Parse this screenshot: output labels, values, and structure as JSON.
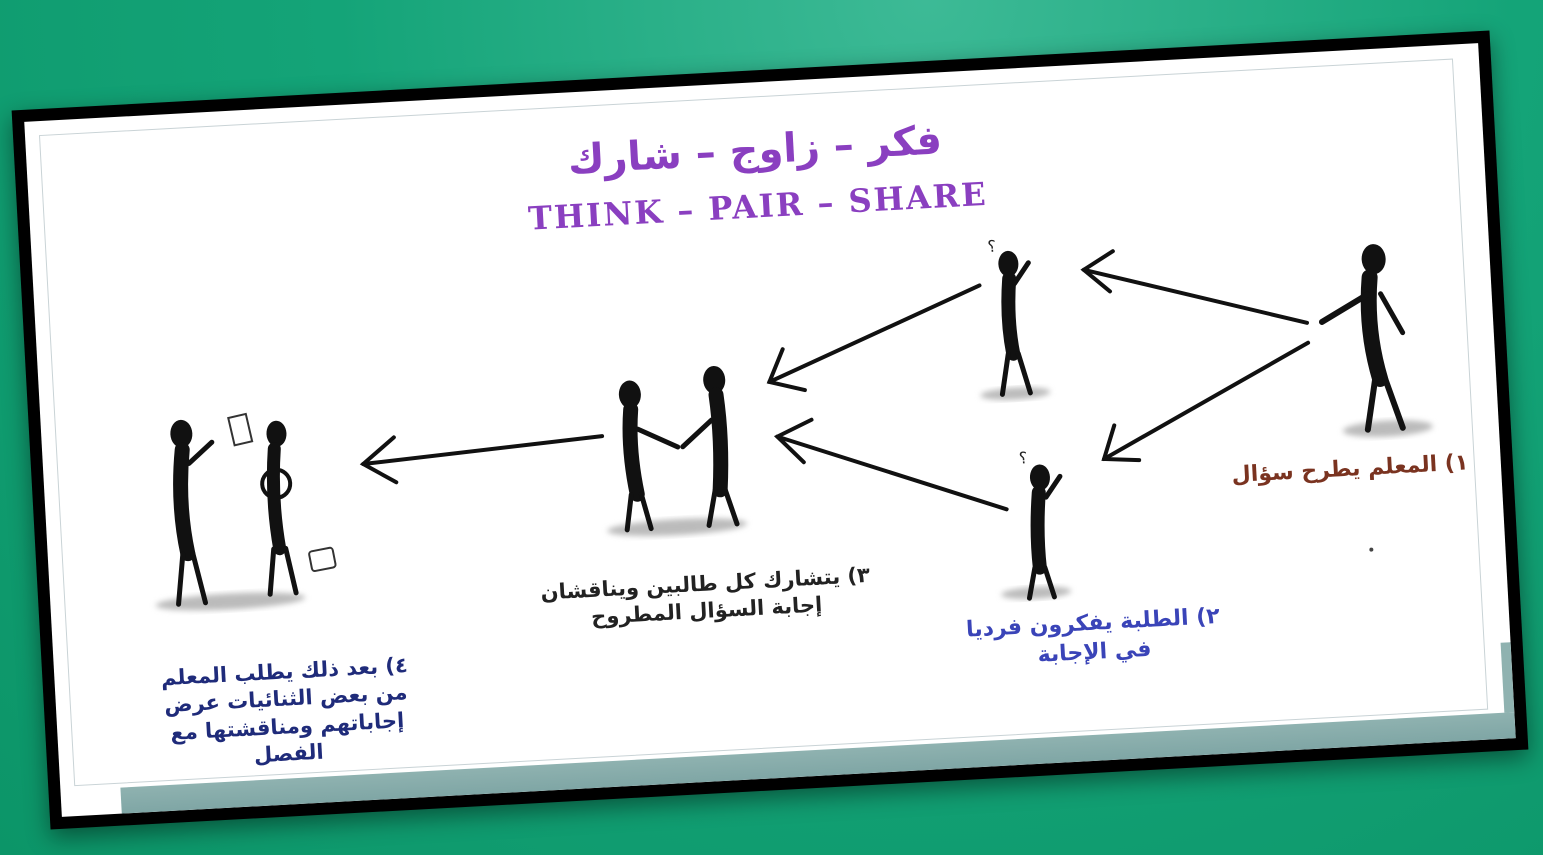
{
  "title": {
    "arabic": "فكر – زاوج – شارك",
    "english": "THINK – PAIR – SHARE"
  },
  "steps": [
    {
      "text": "١) المعلم يطرح سؤال",
      "color": "#7a3320"
    },
    {
      "text": "٢) الطلبة يفكرون فرديا في الإجابة",
      "color": "#3a44b8"
    },
    {
      "text": "٣) يتشارك كل طالبين ويناقشان إجابة السؤال المطروح",
      "color": "#222222"
    },
    {
      "text": "٤) بعد ذلك يطلب المعلم من بعض الثنائيات عرض إجاباتهم ومناقشتها مع الفصل",
      "color": "#1f2b7a"
    }
  ],
  "figures": {
    "teacher": "teacher-pointing-figure",
    "thinker_top": "thinking-student-figure",
    "thinker_bottom": "thinking-student-figure",
    "pair": "handshake-pair-figure",
    "share": "presenting-pair-figure"
  },
  "colors": {
    "background": "#14a478",
    "title": "#8a3fc0",
    "band": "#8fb2b0"
  }
}
